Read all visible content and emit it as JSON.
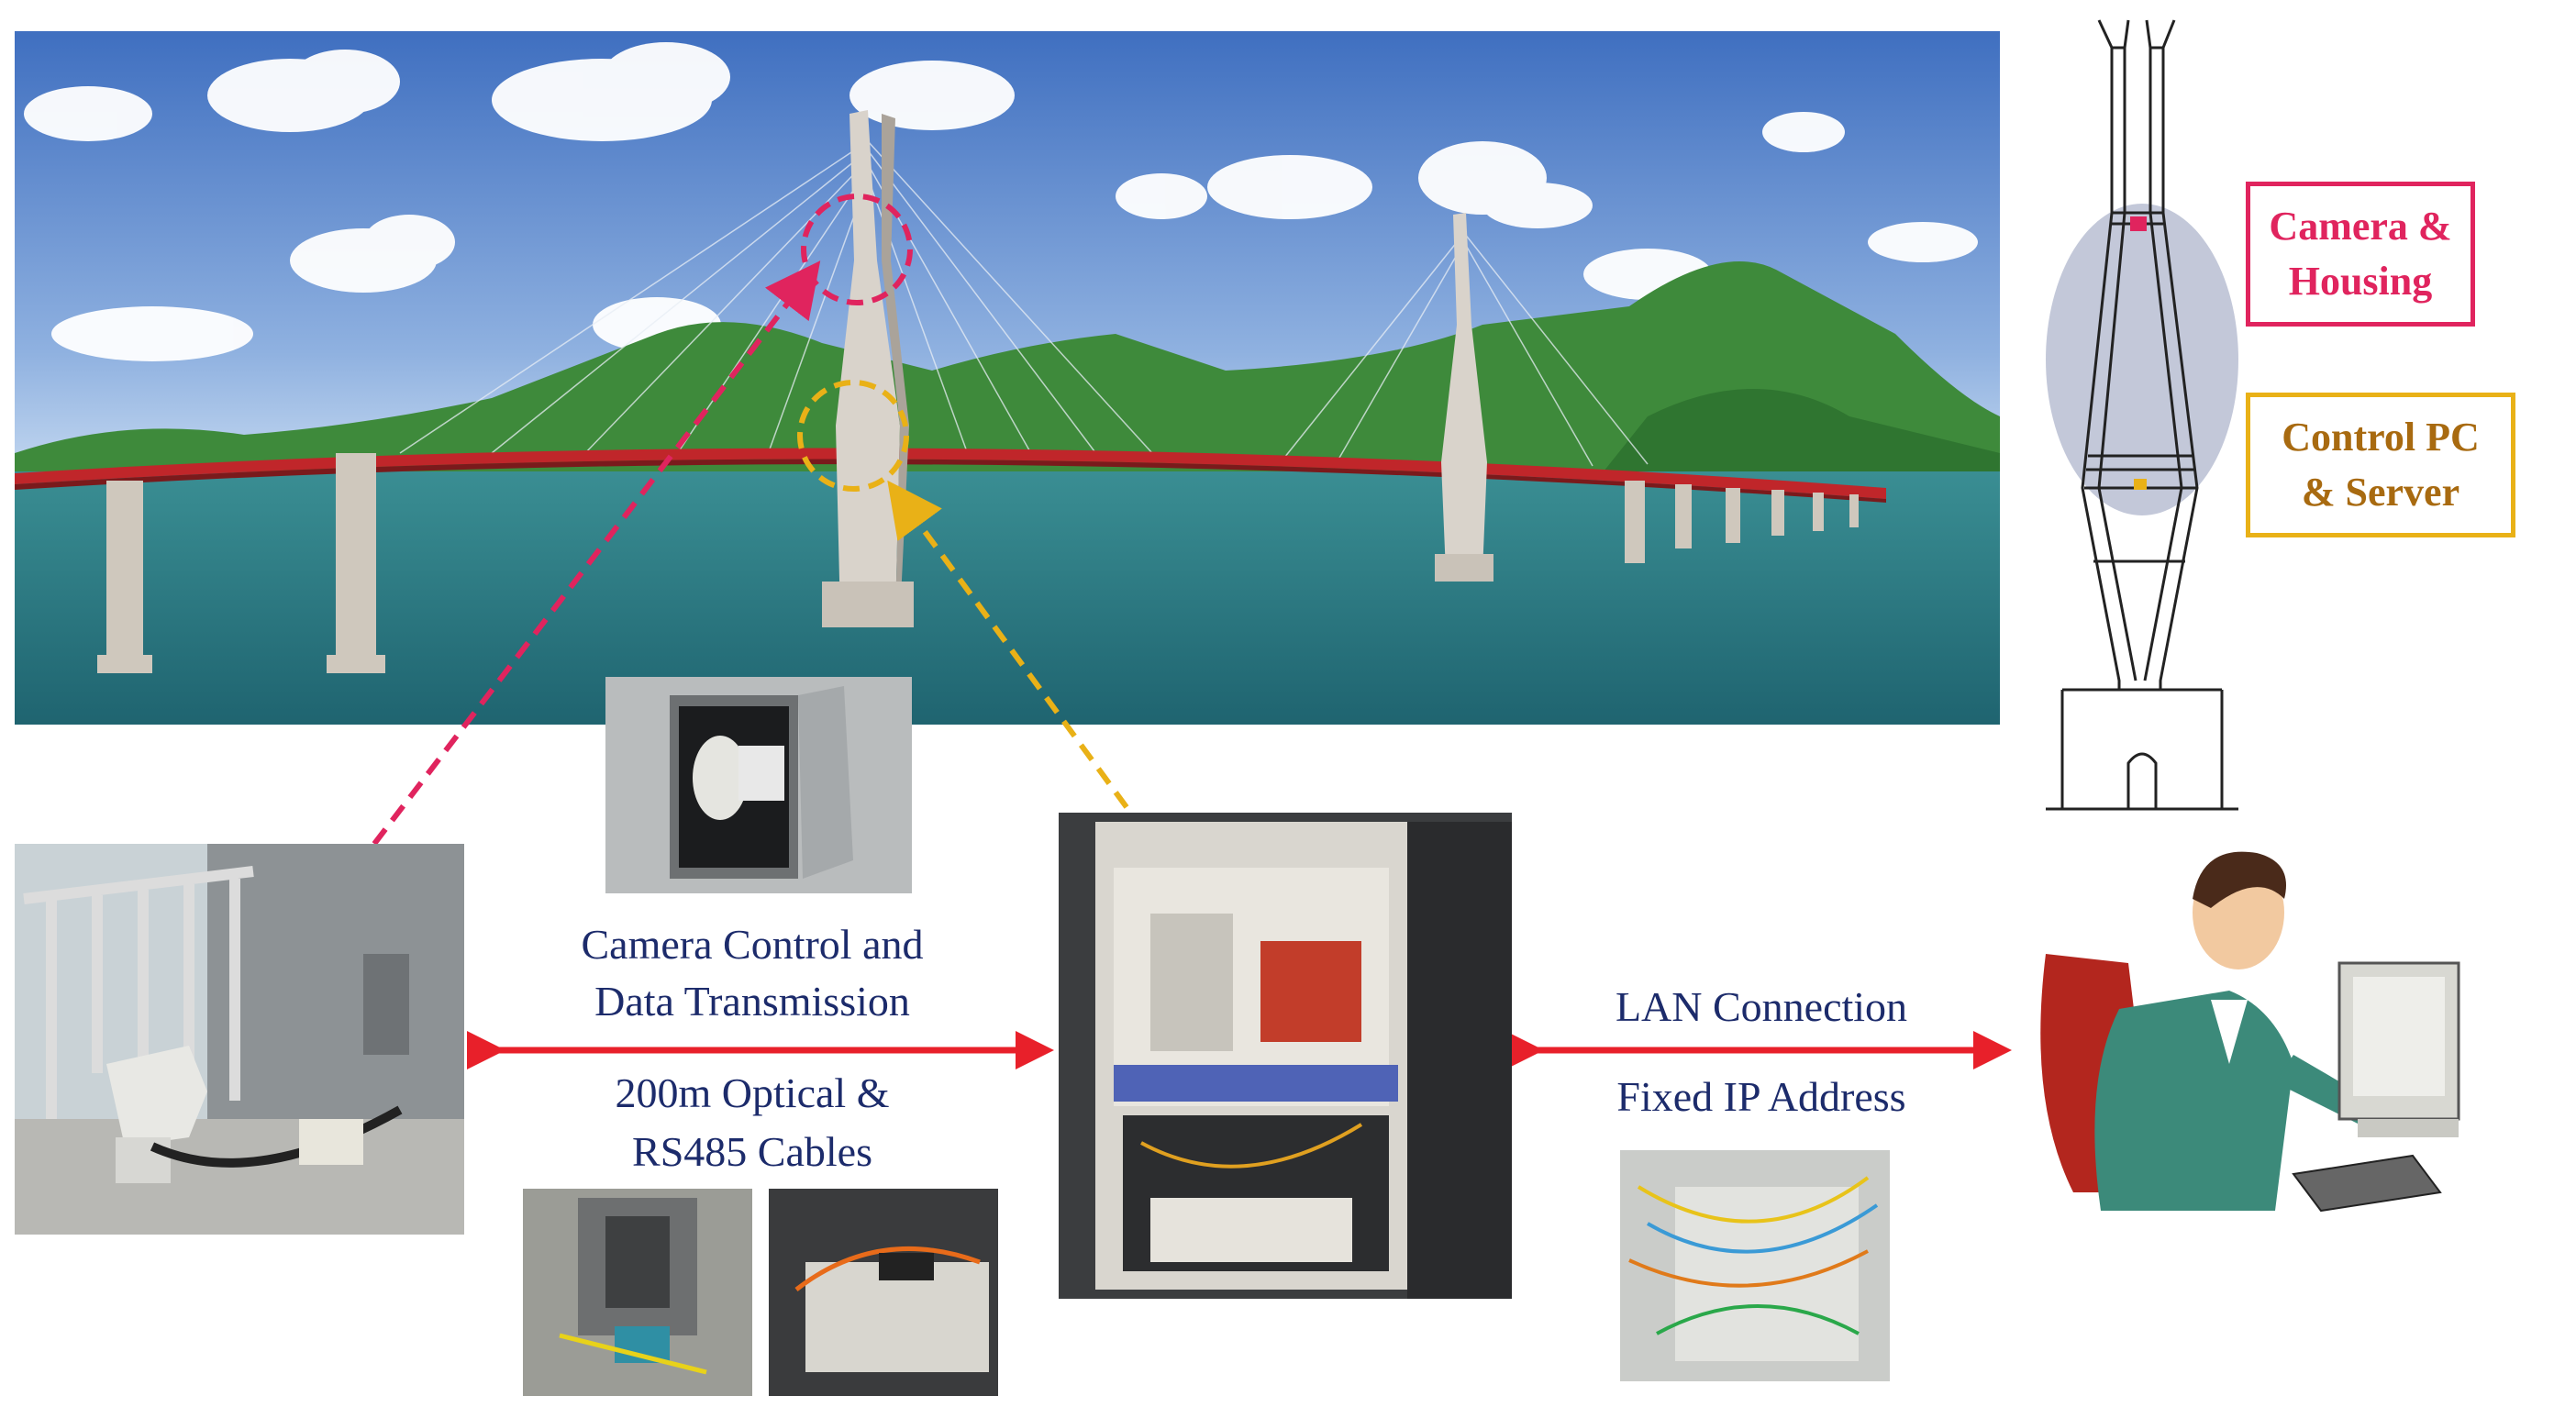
{
  "labels": {
    "camera_control": "Camera Control and",
    "data_transmission": "Data Transmission",
    "optical_cables_1": "200m Optical &",
    "optical_cables_2": "RS485 Cables",
    "lan_connection": "LAN Connection",
    "fixed_ip": "Fixed IP Address",
    "camera_housing_1": "Camera &",
    "camera_housing_2": "Housing",
    "control_pc_1": "Control PC",
    "control_pc_2": "& Server"
  },
  "colors": {
    "camera_marker": "#e0245e",
    "control_marker": "#e9b117",
    "link_arrow": "#e8202a",
    "label_text": "#1c2b6b",
    "sky": "#5f86c9",
    "sea": "#2e7f86",
    "deck": "#c0262a"
  },
  "icons": {
    "camera": "ptz-camera-photo",
    "rack": "server-rack-photo",
    "operator": "operator-clipart"
  }
}
